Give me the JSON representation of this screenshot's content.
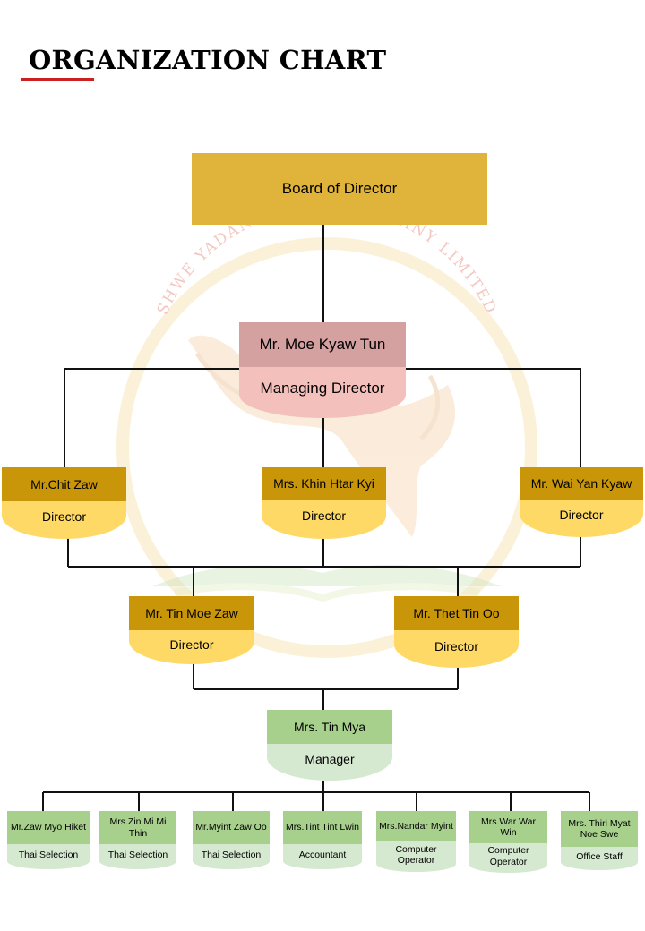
{
  "header": {
    "title": "ORGANIZATION CHART"
  },
  "watermark": {
    "text": "SHWE YADANAR PHYO COMPANY LIMITED"
  },
  "colors": {
    "title_underline": "#cc1f1f",
    "line": "#111111",
    "board": "#e0b43a",
    "md_name": "#d4a0a0",
    "md_role": "#f4c0bc",
    "director_name": "#c9960a",
    "director_role": "#ffd966",
    "manager_name": "#a8d08d",
    "manager_role": "#d5e8d0"
  },
  "board": {
    "label": "Board of Director"
  },
  "managing_director": {
    "name": "Mr. Moe Kyaw Tun",
    "role": "Managing Director"
  },
  "directors_top": [
    {
      "name": "Mr.Chit Zaw",
      "role": "Director"
    },
    {
      "name": "Mrs. Khin Htar Kyi",
      "role": "Director"
    },
    {
      "name": "Mr. Wai Yan Kyaw",
      "role": "Director"
    }
  ],
  "directors_mid": [
    {
      "name": "Mr. Tin Moe Zaw",
      "role": "Director"
    },
    {
      "name": "Mr. Thet Tin Oo",
      "role": "Director"
    }
  ],
  "manager": {
    "name": "Mrs. Tin Mya",
    "role": "Manager"
  },
  "staff": [
    {
      "name": "Mr.Zaw Myo Hiket",
      "role": "Thai Selection"
    },
    {
      "name": "Mrs.Zin Mi Mi Thin",
      "role": "Thai Selection"
    },
    {
      "name": "Mr.Myint Zaw Oo",
      "role": "Thai Selection"
    },
    {
      "name": "Mrs.Tint Tint Lwin",
      "role": "Accountant"
    },
    {
      "name": "Mrs.Nandar Myint",
      "role": "Computer Operator"
    },
    {
      "name": "Mrs.War War Win",
      "role": "Computer Operator"
    },
    {
      "name": "Mrs. Thiri Myat Noe Swe",
      "role": "Office Staff"
    }
  ]
}
